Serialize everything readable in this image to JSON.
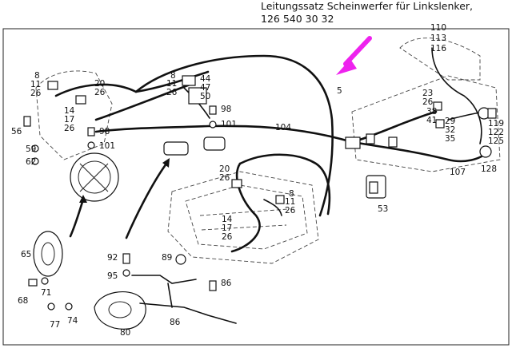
{
  "caption": {
    "line1": "Leitungssatz Scheinwerfer für Linkslenker,",
    "line2": "126 540 30 32"
  },
  "callouts": {
    "c110": "110",
    "c113": "113",
    "c116": "116",
    "c5": "5",
    "c8a": "8",
    "c11a": "11",
    "c26a": "26",
    "c20a": "20",
    "c26b": "26",
    "c14a": "14",
    "c17a": "17",
    "c26c": "26",
    "c56": "56",
    "c59": "59",
    "c62": "62",
    "c98a": "98",
    "c101a": "101",
    "c8b": "8",
    "c11b": "11",
    "c26d": "26",
    "c44": "44",
    "c47": "47",
    "c50": "50",
    "c98b": "98",
    "c101b": "101",
    "c104": "104",
    "c23": "23",
    "c26e": "26",
    "c38": "38",
    "c41": "41",
    "c29": "29",
    "c32": "32",
    "c35": "35",
    "c119": "119",
    "c122": "122",
    "c125": "125",
    "c128": "128",
    "c107": "107",
    "c20b": "20",
    "c26f": "26",
    "c8c": "8",
    "c11c": "11",
    "c26g": "26",
    "c53": "53",
    "c14b": "14",
    "c17b": "17",
    "c26h": "26",
    "c65": "65",
    "c68": "68",
    "c71": "71",
    "c77": "77",
    "c74": "74",
    "c92": "92",
    "c95": "95",
    "c89": "89",
    "c86a": "86",
    "c86b": "86",
    "c80": "80"
  },
  "colors": {
    "arrow": "#ee22ee",
    "ink": "#111111"
  }
}
